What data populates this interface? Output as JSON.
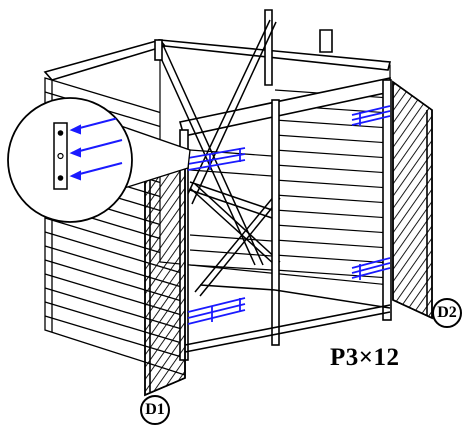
{
  "labels": {
    "door_left": "D1",
    "door_right": "D2",
    "screw_callout": "P3×12"
  },
  "colors": {
    "line": "#000000",
    "background": "#ffffff",
    "screw_highlight": "#1a1aff"
  },
  "icons": [
    "screw-icon",
    "bracket-detail-icon"
  ]
}
